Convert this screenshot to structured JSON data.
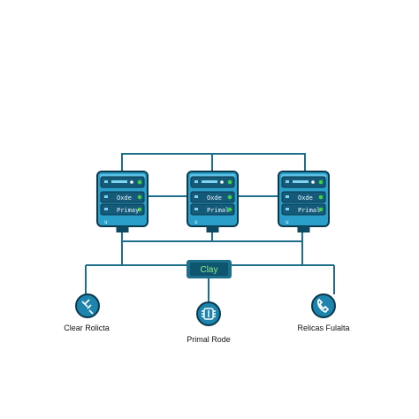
{
  "colors": {
    "line": "#1d6f8c",
    "server_body": "#2a9fc9",
    "server_dark": "#0f4a63",
    "rack_slot": "#155a78",
    "rack_border": "#0b3a4f",
    "led_green": "#3fd04a",
    "led_blue": "#7fd3f0",
    "badge_bg": "#0e5670",
    "badge_text": "#8ef28a",
    "icon_circle": "#1d84ad",
    "icon_ring": "#0b3a4f"
  },
  "servers": [
    {
      "slot1": "",
      "slot2": "Oxde",
      "slot3": "Primay",
      "slot3_sub": "u"
    },
    {
      "slot1": "",
      "slot2": "Oxde",
      "slot3": "Primal",
      "slot3_sub": "u"
    },
    {
      "slot1": "",
      "slot2": "Oxde",
      "slot3": "Primal",
      "slot3_sub": "u"
    }
  ],
  "center_badge": "Clay",
  "clients": [
    {
      "label": "Clear Rolicta",
      "icon": "plug-icon"
    },
    {
      "label": "Primal Rode",
      "icon": "chip-icon"
    },
    {
      "label": "Relicas Fulalta",
      "icon": "phone-icon"
    }
  ]
}
